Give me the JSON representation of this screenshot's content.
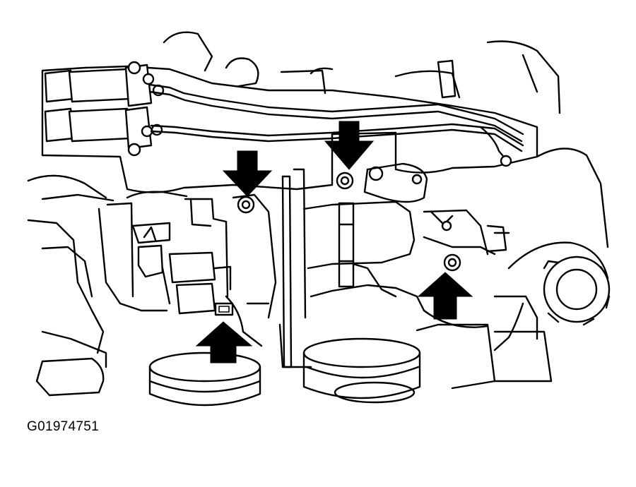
{
  "figure": {
    "id_label": "G01974751"
  },
  "colors": {
    "line": "#000000",
    "background": "#ffffff"
  },
  "callouts": [
    {
      "name": "bolt-arrow-upper-left",
      "direction": "down"
    },
    {
      "name": "bolt-arrow-upper-center",
      "direction": "down"
    },
    {
      "name": "bolt-arrow-right",
      "direction": "up"
    },
    {
      "name": "nut-arrow-lower-left",
      "direction": "up"
    }
  ]
}
